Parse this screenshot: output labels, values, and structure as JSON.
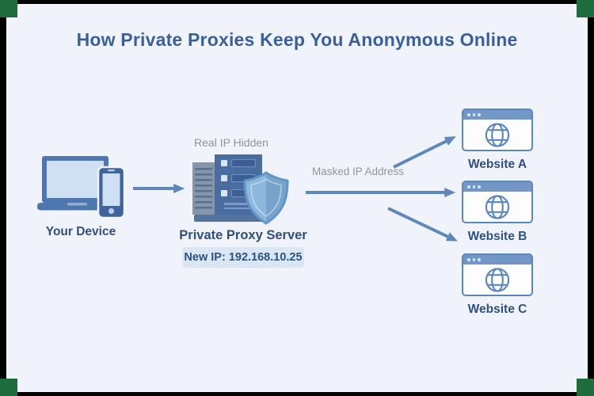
{
  "title": "How Private Proxies Keep You Anonymous Online",
  "device": {
    "label": "Your Device"
  },
  "proxy_server": {
    "status_label": "Real IP Hidden",
    "name": "Private Proxy Server",
    "new_ip_badge": "New IP: 192.168.10.25"
  },
  "connection": {
    "label": "Masked IP Address"
  },
  "websites": [
    {
      "label": "Website A"
    },
    {
      "label": "Website B"
    },
    {
      "label": "Website C"
    }
  ],
  "colors": {
    "background": "#f0f4fa",
    "title_text": "#3a5f99",
    "label_text": "#31507e",
    "muted_text": "#8e959f",
    "arrow": "#5f87ba",
    "device_fill": "#4d77ae",
    "screen_fill": "#cfe0f2",
    "server_tower_dark": "#496da1",
    "server_tower_light": "#8496ac",
    "shield_fill": "#84aed4",
    "badge_bg": "#d9e7f4",
    "badge_text": "#2e5181",
    "window_border": "#5b87bb",
    "frame_border": "#000000",
    "corner_marker": "#1e6b3e"
  }
}
